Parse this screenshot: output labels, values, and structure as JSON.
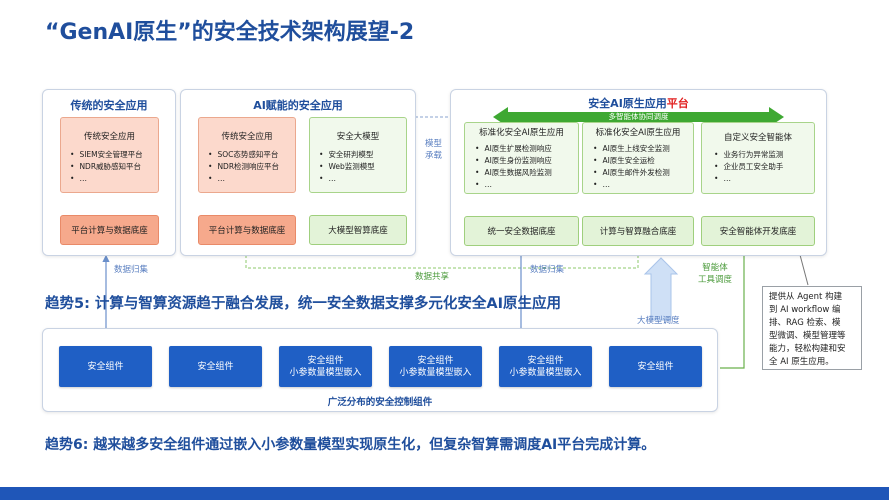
{
  "title": "“GenAI原生”的安全技术架构展望-2",
  "panel1": {
    "title": "传统的安全应用",
    "box_title": "传统安全应用",
    "items": [
      "SIEM安全管理平台",
      "NDR威胁感知平台",
      "…"
    ],
    "base": "平台计算与数据底座"
  },
  "panel2": {
    "title": "AI赋能的安全应用",
    "left_title": "传统安全应用",
    "left_items": [
      "SOC态势感知平台",
      "NDR检测响应平台",
      "…"
    ],
    "right_title": "安全大模型",
    "right_items": [
      "安全研判模型",
      "Web监测模型",
      "…"
    ],
    "left_base": "平台计算与数据底座",
    "right_base": "大模型智算底座"
  },
  "panel3": {
    "title_main": "安全AI原生应用",
    "title_accent": "平台",
    "arrow_label": "多智能体协同调度",
    "col1_title": "标准化安全AI原生应用",
    "col1_items": [
      "AI原生扩展检测响应",
      "AI原生身份监测响应",
      "AI原生数据风险监测",
      "…"
    ],
    "col2_title": "标准化安全AI原生应用",
    "col2_items": [
      "AI原生上线安全监测",
      "AI原生安全运检",
      "AI原生邮件外发检测",
      "…"
    ],
    "col3_title": "自定义安全智能体",
    "col3_items": [
      "业务行为异常监测",
      "企业员工安全助手",
      "…"
    ],
    "base1": "统一安全数据底座",
    "base2": "计算与智算融合底座",
    "base3": "安全智能体开发底座"
  },
  "notes": {
    "model_carry": "模型承载",
    "data_collect_left": "数据归集",
    "data_share": "数据共享",
    "data_collect_right": "数据归集",
    "agent_tool_line1": "智能体",
    "agent_tool_line2": "工具调度",
    "llm_dispatch": "大模型调度"
  },
  "trend5": "趋势5: 计算与智算资源趋于融合发展，统一安全数据支撑多元化安全AI原生应用",
  "callout": [
    "提供从 Agent 构建",
    "到 AI workflow 编",
    "排、RAG 检索、模",
    "型微调、模型管理等",
    "能力，轻松构建和安",
    "全 AI 原生应用。"
  ],
  "bottom": {
    "chips": [
      {
        "line1": "安全组件",
        "line2": ""
      },
      {
        "line1": "安全组件",
        "line2": ""
      },
      {
        "line1": "安全组件",
        "line2": "小参数量模型嵌入"
      },
      {
        "line1": "安全组件",
        "line2": "小参数量模型嵌入"
      },
      {
        "line1": "安全组件",
        "line2": "小参数量模型嵌入"
      },
      {
        "line1": "安全组件",
        "line2": ""
      }
    ],
    "label": "广泛分布的安全控制组件"
  },
  "trend6": "趋势6: 越来越多安全组件通过嵌入小参数量模型实现原生化，但复杂智算需调度AI平台完成计算。",
  "colors": {
    "brand_blue": "#1f4e9c",
    "chip_blue": "#1f5fc5",
    "accent_red": "#e11d1d",
    "arrow_green": "#3ea832",
    "orange": "#f6a98c"
  }
}
